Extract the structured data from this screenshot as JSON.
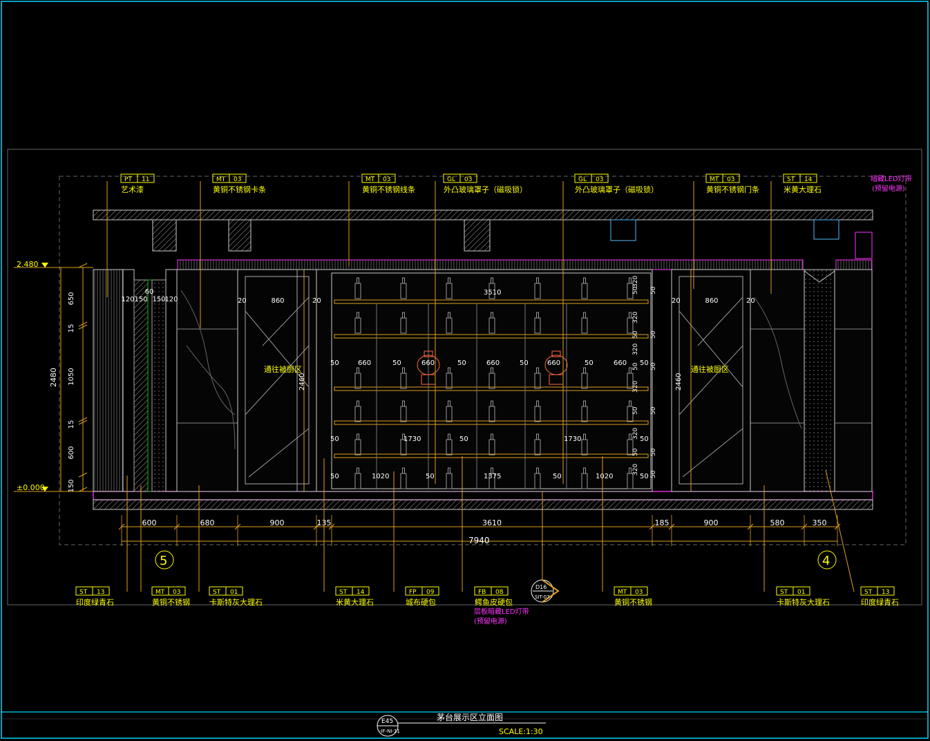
{
  "drawing": {
    "title": "茅台展示区立面图",
    "scale": "SCALE:1:30",
    "ref_number": "E45",
    "ref_sheet": "-IF-NI-11",
    "section_marker": {
      "top": "D16",
      "bottom": "SIT-07"
    },
    "axis_left": "5",
    "axis_right": "4"
  },
  "levels": {
    "top": "2.480",
    "bottom": "±0.000"
  },
  "top_labels": [
    {
      "code": "PT",
      "num": "11",
      "text": "艺术漆"
    },
    {
      "code": "MT",
      "num": "03",
      "text": "黄铜不锈钢卡条"
    },
    {
      "code": "MT",
      "num": "03",
      "text": "黄铜不锈钢线条"
    },
    {
      "code": "GL",
      "num": "03",
      "text": "外凸玻璃罩子（磁吸锁）"
    },
    {
      "code": "GL",
      "num": "03",
      "text": "外凸玻璃罩子（磁吸锁）"
    },
    {
      "code": "MT",
      "num": "03",
      "text": "黄铜不锈钢门条"
    },
    {
      "code": "ST",
      "num": "14",
      "text": "米黄大理石"
    }
  ],
  "top_note": [
    "暗藏LED灯带",
    "(预留电源)"
  ],
  "bottom_labels": [
    {
      "code": "ST",
      "num": "13",
      "text": "印度绿青石"
    },
    {
      "code": "MT",
      "num": "03",
      "text": "黄铜不锈钢"
    },
    {
      "code": "ST",
      "num": "01",
      "text": "卡斯特灰大理石"
    },
    {
      "code": "ST",
      "num": "14",
      "text": "米黄大理石"
    },
    {
      "code": "FP",
      "num": "09",
      "text": "城布硬包"
    },
    {
      "code": "FB",
      "num": "08",
      "text": "鳄鱼皮硬包"
    },
    {
      "code": "MT",
      "num": "03",
      "text": "黄铜不锈钢"
    },
    {
      "code": "ST",
      "num": "01",
      "text": "卡斯特灰大理石"
    },
    {
      "code": "ST",
      "num": "13",
      "text": "印度绿青石"
    }
  ],
  "bottom_note": [
    "层板暗藏LED灯带",
    "(预留电源)"
  ],
  "door_label": "通往被厨区",
  "left_dims": [
    "650",
    "15",
    "1050",
    "15",
    "600",
    "150"
  ],
  "left_total": "2480",
  "bottom_dims": [
    "600",
    "680",
    "900",
    "135",
    "3610",
    "185",
    "900",
    "580",
    "350"
  ],
  "bottom_total": "7940",
  "column_dims": [
    "120",
    "150",
    "60",
    "150",
    "120"
  ],
  "door_dims": [
    "20",
    "860",
    "20"
  ],
  "door_height": "2460",
  "shelf_dims": {
    "top_width": "3510",
    "row3": [
      "50",
      "660",
      "50",
      "660",
      "50",
      "660",
      "50",
      "660",
      "50",
      "660",
      "50"
    ],
    "row5": [
      "50",
      "1730",
      "50",
      "1730",
      "50"
    ],
    "row6": [
      "50",
      "1020",
      "50",
      "1375",
      "50",
      "1020",
      "50"
    ],
    "right_heights": [
      "320",
      "50",
      "320",
      "50",
      "320",
      "50",
      "320",
      "50",
      "320",
      "50",
      "320"
    ],
    "right_heights_b": [
      "50",
      "50",
      "50",
      "50",
      "50",
      "50"
    ]
  },
  "colors": {
    "annotation": "#ffff00",
    "accent": "#ff33ff",
    "frame": "#00d8ff",
    "dim": "#e0a020"
  }
}
